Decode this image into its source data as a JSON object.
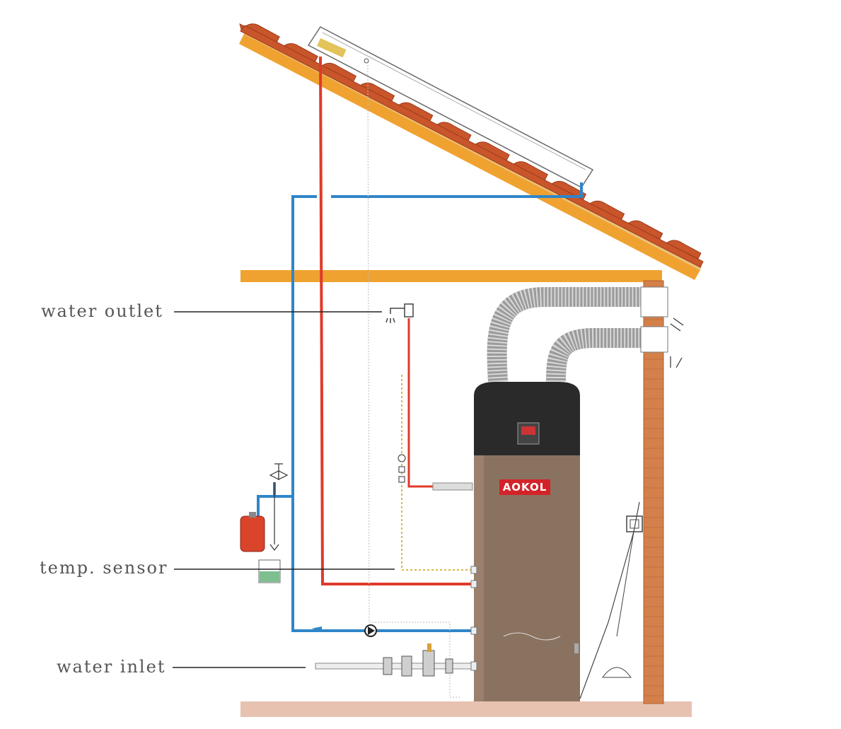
{
  "labels": {
    "water_outlet": "water outlet",
    "temp_sensor": "temp. sensor",
    "water_inlet": "water inlet"
  },
  "brand": {
    "name": "AOKOL"
  },
  "colors": {
    "hot_pipe": "#e03a2a",
    "cold_pipe": "#2f86c8",
    "roof_tile": "#c9552b",
    "beam": "#f0a231",
    "brick": "#d4804a",
    "tank_body": "#8a7260",
    "tank_top": "#2a2a2a",
    "floor": "#e7c2b0",
    "brand_badge": "#d3232a"
  }
}
